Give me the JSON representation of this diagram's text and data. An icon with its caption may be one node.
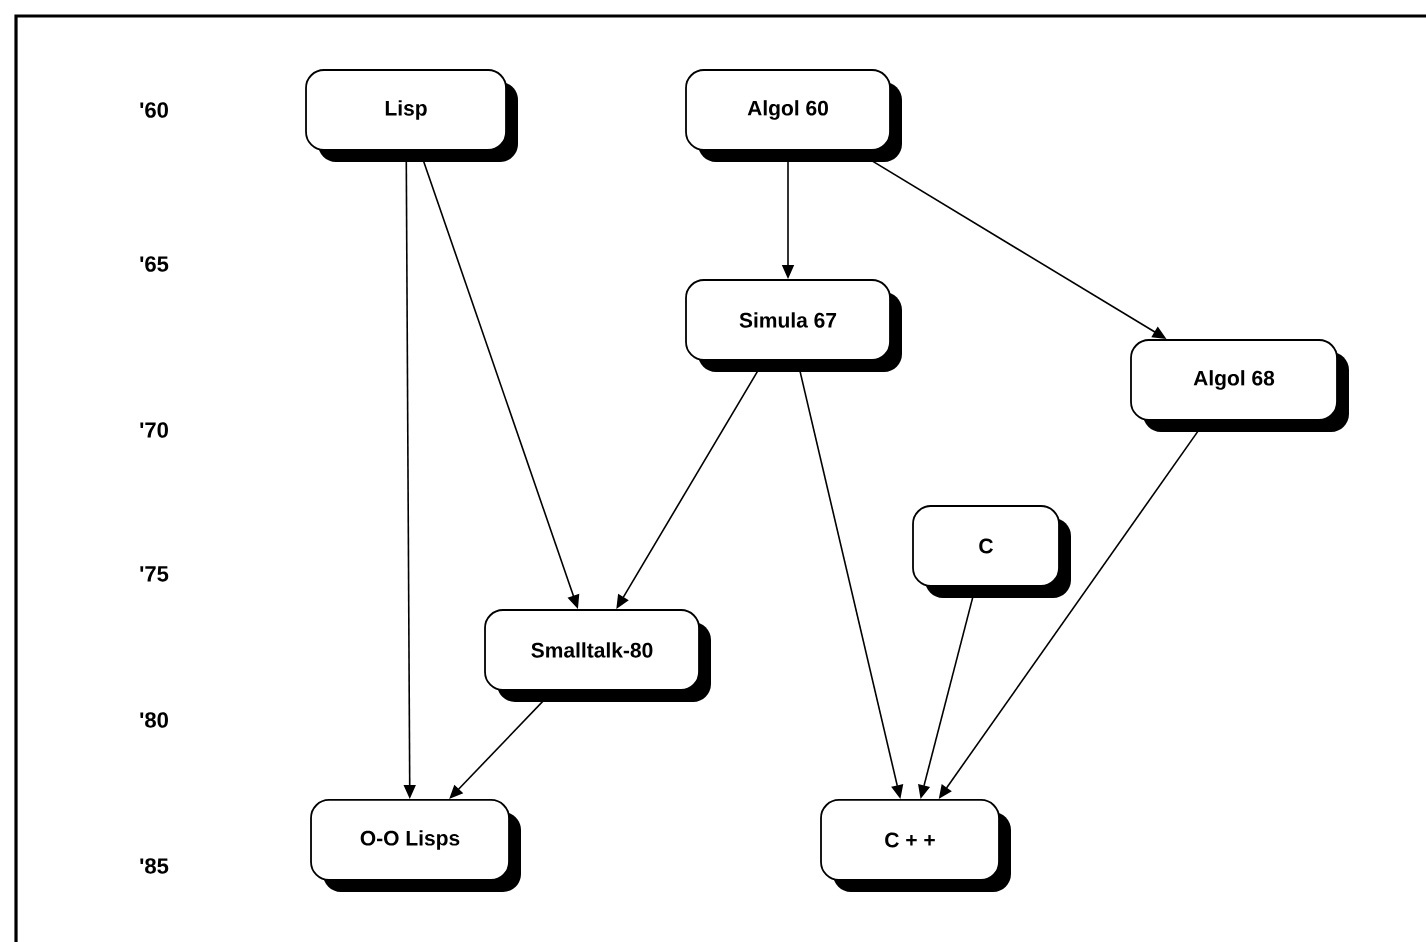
{
  "diagram": {
    "nodes": [
      {
        "text": [
          "Lisp"
        ]
      },
      {
        "text": [
          "Algol 60"
        ]
      },
      {
        "text": [
          "Simula 67"
        ]
      },
      {
        "text": [
          "Algol 68"
        ]
      },
      {
        "text": [
          "C"
        ]
      },
      {
        "text": [
          "Smalltalk-80"
        ]
      },
      {
        "text": [
          "O-O Lisps"
        ]
      },
      {
        "text": [
          "C + +"
        ]
      }
    ],
    "edges": [
      {
        "from": 0,
        "to": 6,
        "arrow": "to"
      },
      {
        "from": 0,
        "to": 5,
        "arrow": "to"
      },
      {
        "from": 1,
        "to": 2,
        "arrow": "to"
      },
      {
        "from": 1,
        "to": 3,
        "arrow": "to"
      },
      {
        "from": 2,
        "to": 5,
        "arrow": "to"
      },
      {
        "from": 2,
        "to": 7,
        "arrow": "to"
      },
      {
        "from": 3,
        "to": 7,
        "arrow": "to"
      },
      {
        "from": 4,
        "to": 7,
        "arrow": "to"
      },
      {
        "from": 5,
        "to": 6,
        "arrow": "to"
      }
    ],
    "labels": [
      "'60",
      "'65",
      "'70",
      "'75",
      "'80",
      "'85"
    ]
  }
}
